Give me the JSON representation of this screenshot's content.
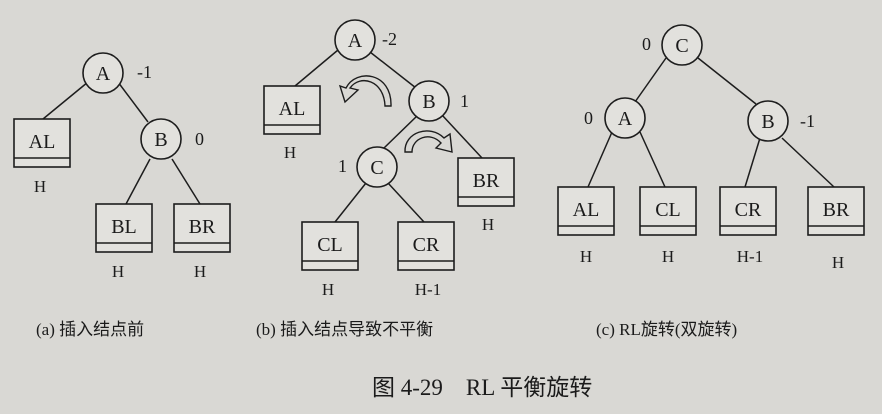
{
  "panel_a": {
    "caption": "(a) 插入结点前",
    "nodes": {
      "A": "A",
      "B": "B"
    },
    "balance": {
      "A": "-1",
      "B": "0"
    },
    "subtrees": {
      "AL": "AL",
      "BL": "BL",
      "BR": "BR"
    },
    "heights": {
      "AL": "H",
      "BL": "H",
      "BR": "H"
    }
  },
  "panel_b": {
    "caption": "(b) 插入结点导致不平衡",
    "nodes": {
      "A": "A",
      "B": "B",
      "C": "C"
    },
    "balance": {
      "A": "-2",
      "B": "1",
      "C": "1"
    },
    "subtrees": {
      "AL": "AL",
      "CL": "CL",
      "CR": "CR",
      "BR": "BR"
    },
    "heights": {
      "AL": "H",
      "CL": "H",
      "CR": "H-1",
      "BR": "H"
    }
  },
  "panel_c": {
    "caption": "(c) RL旋转(双旋转)",
    "nodes": {
      "C": "C",
      "A": "A",
      "B": "B"
    },
    "balance": {
      "C": "0",
      "A": "0",
      "B": "-1"
    },
    "subtrees": {
      "AL": "AL",
      "CL": "CL",
      "CR": "CR",
      "BR": "BR"
    },
    "heights": {
      "AL": "H",
      "CL": "H",
      "CR": "H-1",
      "BR": "H"
    }
  },
  "figure_caption": "图 4-29　RL 平衡旋转",
  "colors": {
    "ink": "#1d1d1d",
    "paper": "#d9d8d4"
  }
}
